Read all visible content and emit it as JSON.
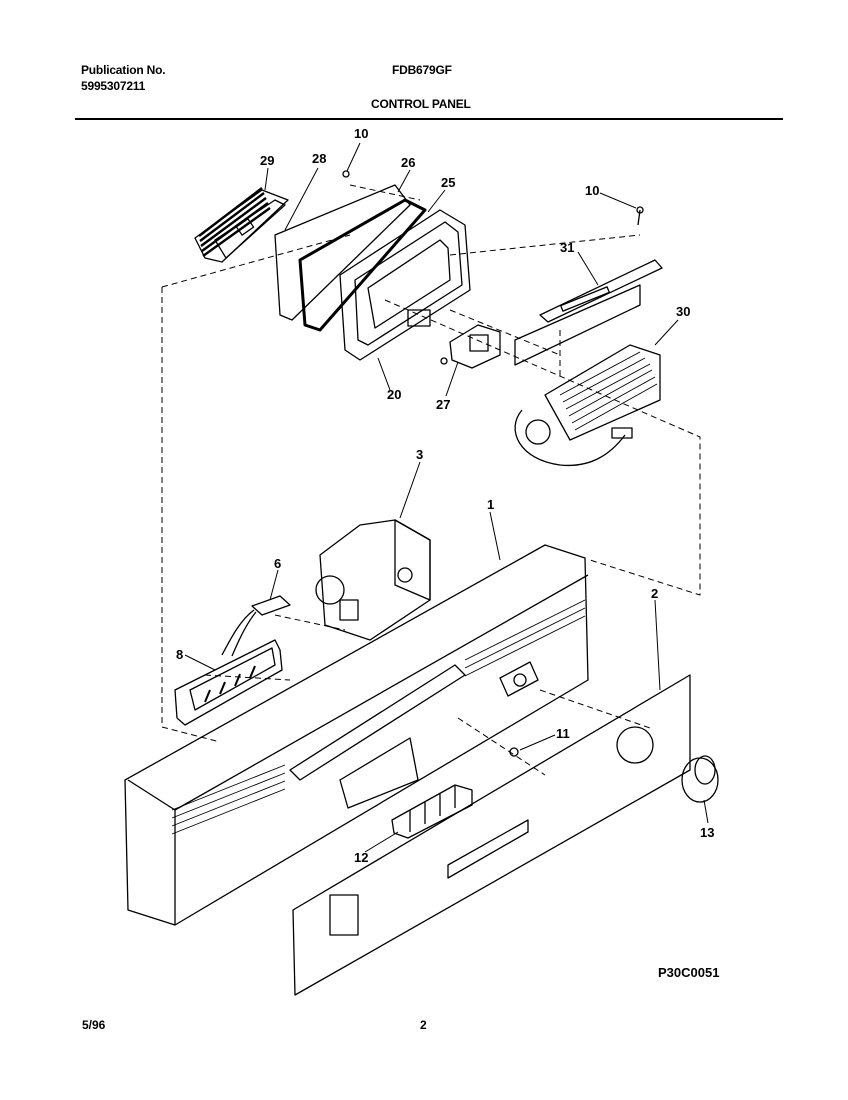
{
  "header": {
    "publication_label": "Publication No.",
    "publication_number": "5995307211",
    "model": "FDB679GF",
    "section_title": "CONTROL PANEL"
  },
  "diagram": {
    "callouts": [
      "1",
      "2",
      "3",
      "6",
      "8",
      "10",
      "10",
      "11",
      "12",
      "13",
      "20",
      "25",
      "26",
      "27",
      "28",
      "29",
      "30",
      "31"
    ],
    "drawing_code": "P30C0051"
  },
  "footer": {
    "date": "5/96",
    "page": "2"
  }
}
